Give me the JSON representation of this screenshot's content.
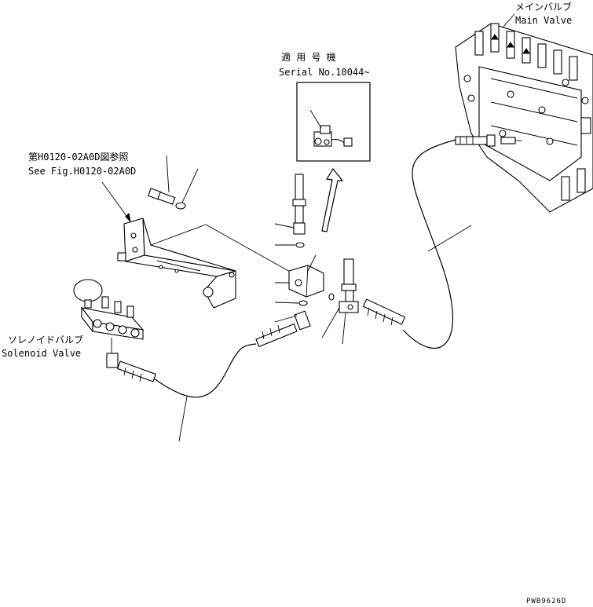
{
  "labels": {
    "main_valve_jp": "メインバルブ",
    "main_valve_en": "Main Valve",
    "serial_jp": "適 用 号 機",
    "serial_en": "Serial No.10044~",
    "ref_jp": "第H0120-02A0D図参照",
    "ref_en": "See Fig.H0120-02A0D",
    "solenoid_jp": "ソレノイドバルブ",
    "solenoid_en": "Solenoid Valve",
    "drawing_code": "PWB9626D"
  }
}
